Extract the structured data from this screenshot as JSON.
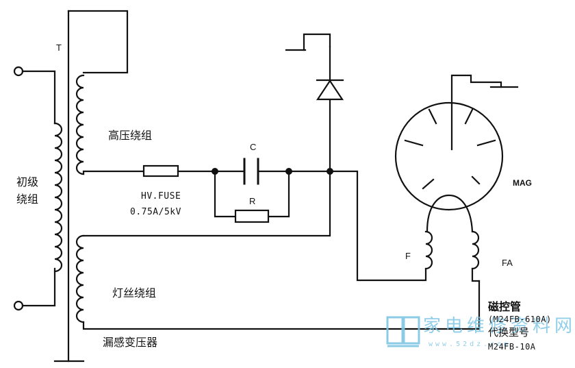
{
  "labels": {
    "transformer": "T",
    "primary_line1": "初级",
    "primary_line2": "绕组",
    "hv_winding": "高压绕组",
    "filament_winding": "灯丝绕组",
    "leakage_transformer": "漏感变压器",
    "capacitor": "C",
    "resistor": "R",
    "fuse_name": "HV.FUSE",
    "fuse_rating": "0.75A/5kV",
    "magnetron": "MAG",
    "terminal_f": "F",
    "terminal_fa": "FA",
    "magnetron_cn": "磁控管",
    "magnetron_model": "(M24FB-610A)",
    "replacement_label": "代换型号",
    "replacement_model": "M24FB-10A"
  },
  "watermark": {
    "text": "家电维修资料网",
    "url": "www.52dz.com"
  },
  "colors": {
    "ink": "#111111",
    "watermark": "#7fc6e4"
  }
}
